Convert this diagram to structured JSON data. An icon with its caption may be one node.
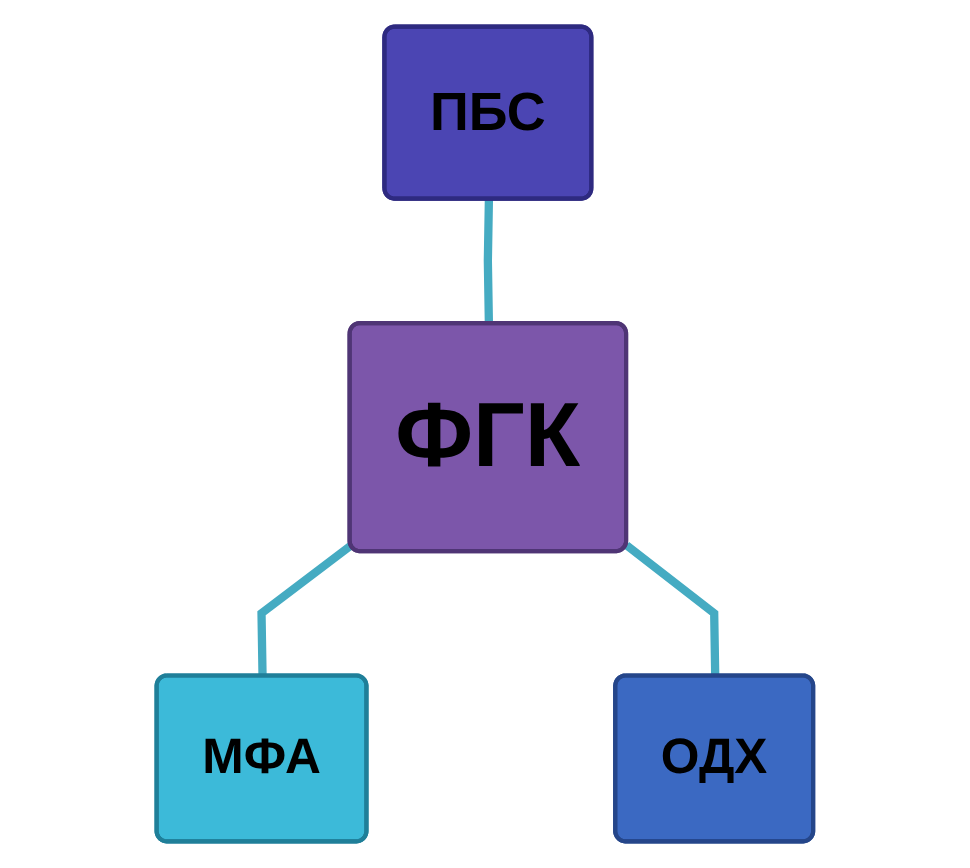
{
  "diagram": {
    "nodes": [
      {
        "text": [
          "ПБС"
        ]
      },
      {
        "text": [
          "ФГК"
        ]
      },
      {
        "text": [
          "МФА"
        ]
      },
      {
        "text": [
          "ОДХ"
        ]
      }
    ],
    "edges": [
      {
        "from": 0,
        "to": 1,
        "arrow": "none"
      },
      {
        "from": 1,
        "to": 2,
        "arrow": "none"
      },
      {
        "from": 1,
        "to": 3,
        "arrow": "none"
      }
    ]
  }
}
